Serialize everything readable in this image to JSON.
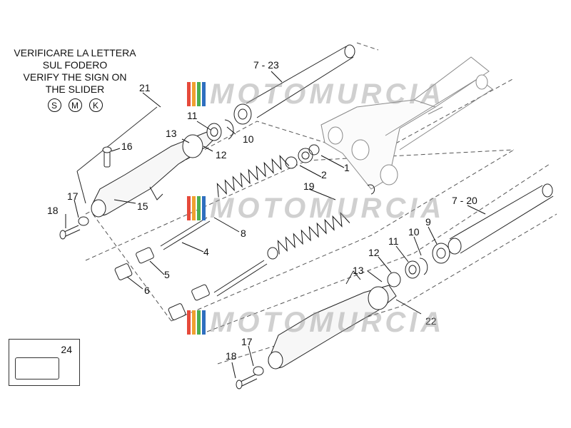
{
  "note": {
    "lines": [
      "VERIFICARE LA LETTERA",
      "SUL FODERO",
      "VERIFY THE SIGN ON",
      "THE SLIDER"
    ],
    "badges": [
      "S",
      "M",
      "K"
    ]
  },
  "watermark": {
    "text": "MOTOMURCIA",
    "bar_colors": [
      "#e64a3b",
      "#f0a030",
      "#4caf50",
      "#2f6fbf"
    ]
  },
  "callouts": {
    "c7_23": "7 - 23",
    "c21": "21",
    "c11a": "11",
    "c10a": "10",
    "c13a": "13",
    "c12a": "12",
    "c16": "16",
    "c17a": "17",
    "c18a": "18",
    "c15": "15",
    "c2": "2",
    "c1": "1",
    "c19": "19",
    "c8": "8",
    "c4": "4",
    "c5": "5",
    "c6": "6",
    "c7_20": "7 - 20",
    "c9": "9",
    "c10b": "10",
    "c11b": "11",
    "c12b": "12",
    "c13b": "13",
    "c22": "22",
    "c17b": "17",
    "c18b": "18"
  },
  "kit": {
    "number": "24"
  }
}
